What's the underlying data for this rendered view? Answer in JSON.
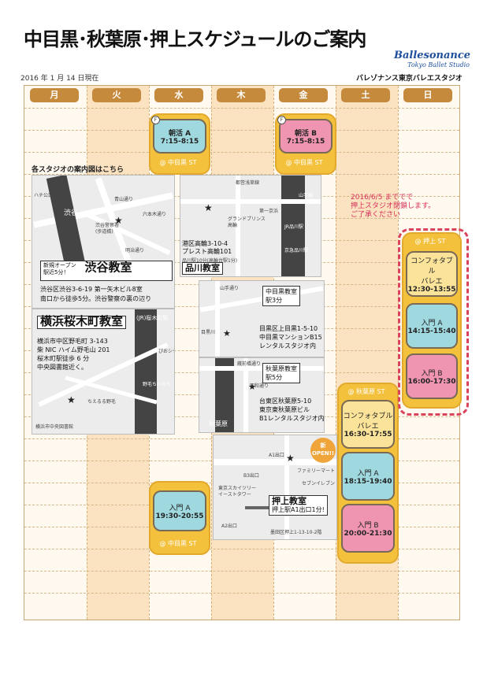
{
  "header": {
    "title": "中目黒･秋葉原･押上スケジュールのご案内",
    "date": "2016 年 1 月 14 日現在",
    "logo_line1": "Ballesonance",
    "logo_line2": "Tokyo Ballet Studio",
    "studio_name": "バレゾナンス東京バレエスタジオ"
  },
  "days": [
    "月",
    "火",
    "水",
    "木",
    "金",
    "土",
    "日"
  ],
  "slots": {
    "wed_morning": {
      "icon": "F",
      "title": "朝活 A",
      "time": "7:15-8:15",
      "location": "@ 中目黒 ST"
    },
    "fri_morning": {
      "icon": "F",
      "title": "朝活 B",
      "time": "7:15-8:15",
      "location": "@ 中目黒 ST"
    },
    "wed_evening": {
      "title": "入門 A",
      "time": "19:30-20:55",
      "location": "@ 中目黒 ST"
    },
    "sat": {
      "location": "@ 秋葉原 ST",
      "classes": [
        {
          "title": "コンフォタブル",
          "subtitle": "バレエ",
          "time": "16:30-17:55"
        },
        {
          "title": "入門 A",
          "subtitle": "",
          "time": "18:15-19:40"
        },
        {
          "title": "入門 B",
          "subtitle": "",
          "time": "20:00-21:30"
        }
      ]
    },
    "sun": {
      "location": "@ 押上 ST",
      "notice": [
        "2016/6/5 まででで",
        "押上スタジオ閉鎖します。",
        "ご了承ください"
      ],
      "classes": [
        {
          "title": "コンフォタブル",
          "subtitle": "バレエ",
          "time": "12:30-13:55"
        },
        {
          "title": "入門 A",
          "subtitle": "",
          "time": "14:15-15:40"
        },
        {
          "title": "入門 B",
          "subtitle": "",
          "time": "16:00-17:30"
        }
      ]
    }
  },
  "maps": {
    "caption": "各スタジオの案内図はこちら",
    "shibuya": {
      "badge": "新規オープン\n駅近5分！",
      "name": "渋谷教室",
      "address": [
        "渋谷区渋谷3-6-19 第一矢木ビル8室",
        "南口から徒歩5分。渋谷警察の裏の辺り"
      ],
      "labels": [
        "ハチ公口",
        "渋谷",
        "青山通り",
        "六本木通り",
        "渋谷警察署",
        "(歩道橋)",
        "明治通り"
      ]
    },
    "shinagawa": {
      "name": "品川教室",
      "address": [
        "港区高輪3-10-4",
        "プレスト高輪101"
      ],
      "access": "品川駅10分(高輪台駅1分)",
      "labels": [
        "都営浅草線",
        "第一京浜",
        "JR品川駅",
        "京急品川駅",
        "山手線",
        "グランドプリンス",
        "高輪"
      ]
    },
    "nakameguro": {
      "name": "中目黒教室",
      "access": "駅3分",
      "address": [
        "目黒区上目黒1-5-10",
        "中目黒マンションB15",
        "レンタルスタジオ内"
      ],
      "labels": [
        "山手通り",
        "目黒川"
      ]
    },
    "akihabara": {
      "name": "秋葉原教室",
      "access": "駅5分",
      "address": [
        "台東区秋葉原5-10",
        "東京東秋葉原ビル",
        "B1レンタルスタジオ内"
      ],
      "labels": [
        "蔵前橋通り",
        "昭和通り",
        "秋葉原"
      ]
    },
    "yokohama": {
      "name": "横浜桜木町教室",
      "address": [
        "横浜市中区野毛町 3-143",
        "柴 NIC ハイム野毛山 201",
        "桜木町駅徒歩 6 分",
        "中央図書館近く。"
      ],
      "labels": [
        "(JR)桜木町駅",
        "ぴおシティ",
        "横浜市中央図書館",
        "ちえるる野毛",
        "野毛ちかみち"
      ]
    },
    "oshiage": {
      "name": "押上教室",
      "access": "押上駅A1出口1分!",
      "address": "墨田区押上1-13-10-2階",
      "badge": "新\nOPEN!!",
      "labels": [
        "A1出口",
        "B3出口",
        "A2出口",
        "ファミリーマート",
        "セブンイレブン",
        "東京スカイツリー",
        "イーストタワー"
      ]
    }
  },
  "colors": {
    "slot_yellow": "#f4c13d",
    "class_yellow": "#fbe39a",
    "class_blue": "#9fd9df",
    "class_pink": "#ef95b2",
    "day_header": "#c68a3c",
    "notice_red": "#d62d55"
  }
}
